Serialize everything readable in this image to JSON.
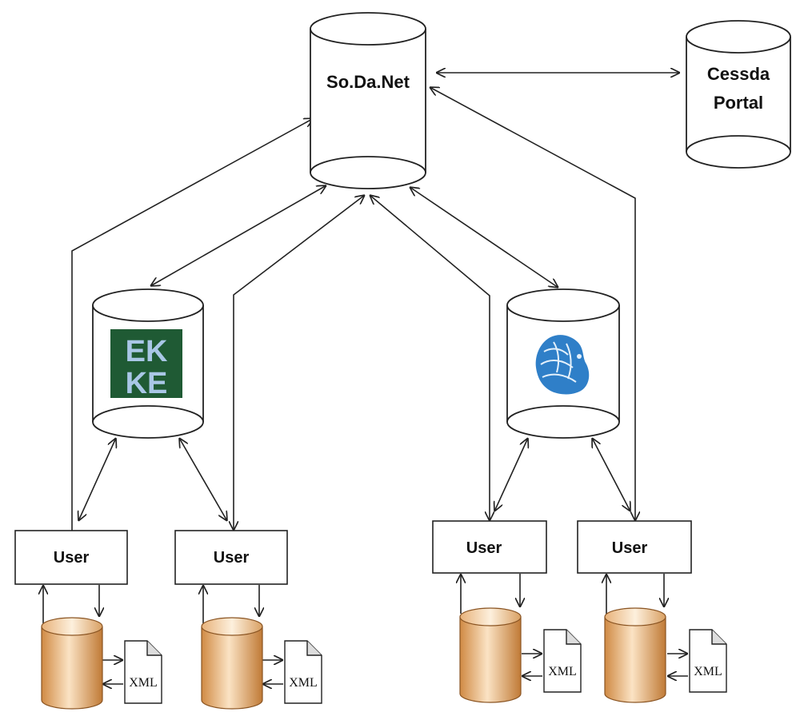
{
  "nodes": {
    "sodanet": {
      "label": "So.Da.Net"
    },
    "cessda": {
      "label_line1": "Cessda",
      "label_line2": "Portal"
    },
    "ekke": {
      "logo_name": "ekke-logo",
      "logo_text_top": "EK",
      "logo_text_bottom": "KE"
    },
    "uoa": {
      "logo_name": "university-of-athens-logo"
    },
    "users": [
      {
        "label": "User",
        "doc_label": "XML"
      },
      {
        "label": "User",
        "doc_label": "XML"
      },
      {
        "label": "User",
        "doc_label": "XML"
      },
      {
        "label": "User",
        "doc_label": "XML"
      }
    ]
  },
  "colors": {
    "line": "#222222",
    "ekke_green": "#1f5a34",
    "ekke_letters": "#a9c7e6",
    "uoa_blue": "#2f7fc8",
    "db_orange_light": "#fbe3c4",
    "db_orange_dark": "#c07a36"
  }
}
